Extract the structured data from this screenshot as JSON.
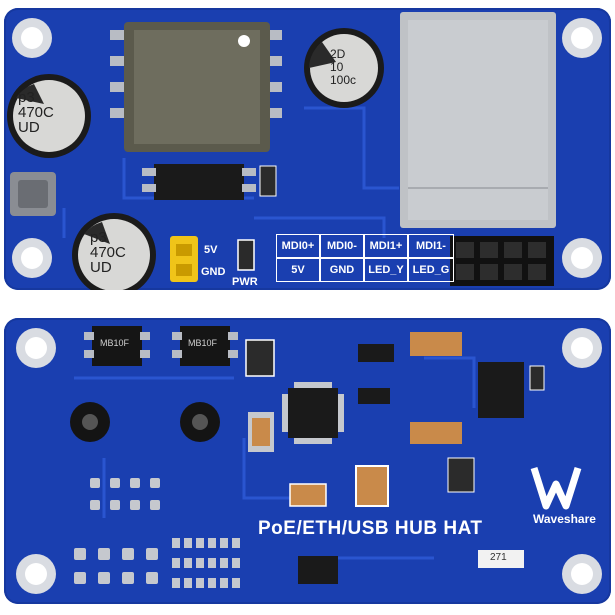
{
  "top_board": {
    "capacitors": [
      {
        "lines": [
          "p3",
          "470C",
          "UD"
        ]
      },
      {
        "lines": [
          "p3",
          "470C",
          "UD"
        ]
      },
      {
        "lines": [
          "2D",
          "10",
          "100c"
        ]
      }
    ],
    "power_labels": {
      "v5": "5V",
      "gnd": "GND",
      "pwr": "PWR"
    },
    "pin_table": {
      "row1": [
        "MDI0+",
        "MDI0-",
        "MDI1+",
        "MDI1-"
      ],
      "row2": [
        "5V",
        "GND",
        "LED_Y",
        "LED_G"
      ]
    }
  },
  "bottom_board": {
    "title": "PoE/ETH/USB HUB HAT",
    "brand": "Waveshare",
    "chip_codes": [
      "MB10F",
      "MB10F",
      "271"
    ]
  },
  "colors": {
    "pcb": "#1a3fb0",
    "silkscreen": "#ffffff",
    "pad": "#c0c4cc",
    "header": "#111111"
  }
}
